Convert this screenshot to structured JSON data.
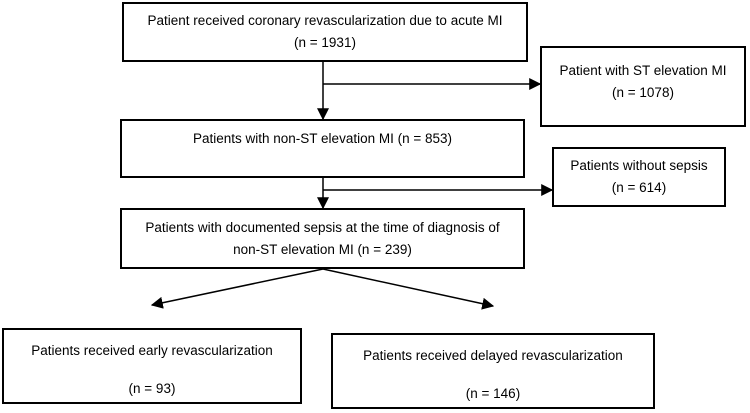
{
  "boxes": {
    "total": {
      "title": "Patient received coronary revascularization due to acute MI",
      "count": "(n = 1931)"
    },
    "stemi": {
      "title": "Patient with ST elevation MI",
      "count": "(n = 1078)"
    },
    "nstemi": {
      "title": "Patients with non-ST elevation MI (n = 853)"
    },
    "no_sepsis": {
      "title": "Patients without sepsis",
      "count": "(n = 614)"
    },
    "sepsis": {
      "title_line1": "Patients with documented sepsis at the time of diagnosis of",
      "title_line2": "non-ST elevation MI (n = 239)"
    },
    "early": {
      "title": "Patients received early revascularization",
      "count": "(n = 93)"
    },
    "delayed": {
      "title": "Patients received delayed revascularization",
      "count": "(n = 146)"
    }
  },
  "colors": {
    "line": "#000000",
    "box_border": "#000000",
    "background": "#ffffff"
  }
}
